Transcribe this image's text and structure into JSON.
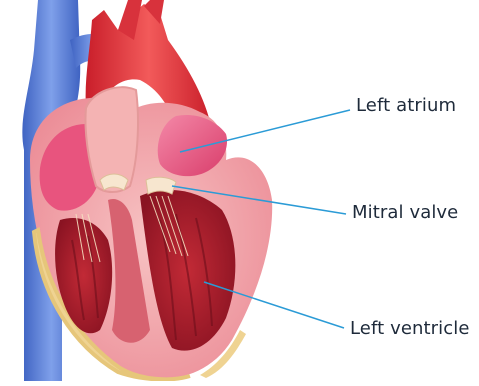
{
  "labels": {
    "left_atrium": "Left atrium",
    "mitral_valve": "Mitral valve",
    "left_ventricle": "Left ventricle"
  },
  "colors": {
    "vein_blue": "#5a7fd6",
    "aorta_red": "#e0313a",
    "heart_wall_pink": "#f2a1a8",
    "muscle_red": "#b8202e",
    "cavity_dark": "#8c1423",
    "atrium_pink": "#e8547e",
    "fat_yellow": "#efd392",
    "leader_line": "#2b9bd6"
  }
}
